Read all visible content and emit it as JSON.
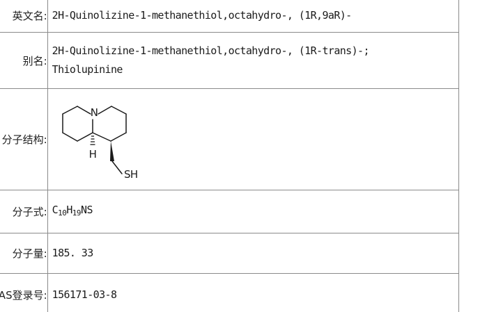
{
  "rows": {
    "english_name": {
      "label": "英文名:",
      "value": "2H-Quinolizine-1-methanethiol,octahydro-, (1R,9aR)-"
    },
    "alias": {
      "label": "别名:",
      "values": [
        "2H-Quinolizine-1-methanethiol,octahydro-, (1R-trans)-;",
        "Thiolupinine"
      ]
    },
    "structure": {
      "label": "分子结构:",
      "atoms": {
        "nitrogen": "N",
        "hydrogen": "H",
        "thiol": "SH"
      }
    },
    "formula": {
      "label": "分子式:",
      "parts": [
        "C",
        "10",
        "H",
        "19",
        "NS"
      ]
    },
    "weight": {
      "label": "分子量:",
      "value": "185. 33"
    },
    "cas": {
      "label": "CAS登录号:",
      "value": "156171-03-8"
    }
  },
  "colors": {
    "border": "#8a8a8a",
    "text": "#1a1a1a"
  }
}
